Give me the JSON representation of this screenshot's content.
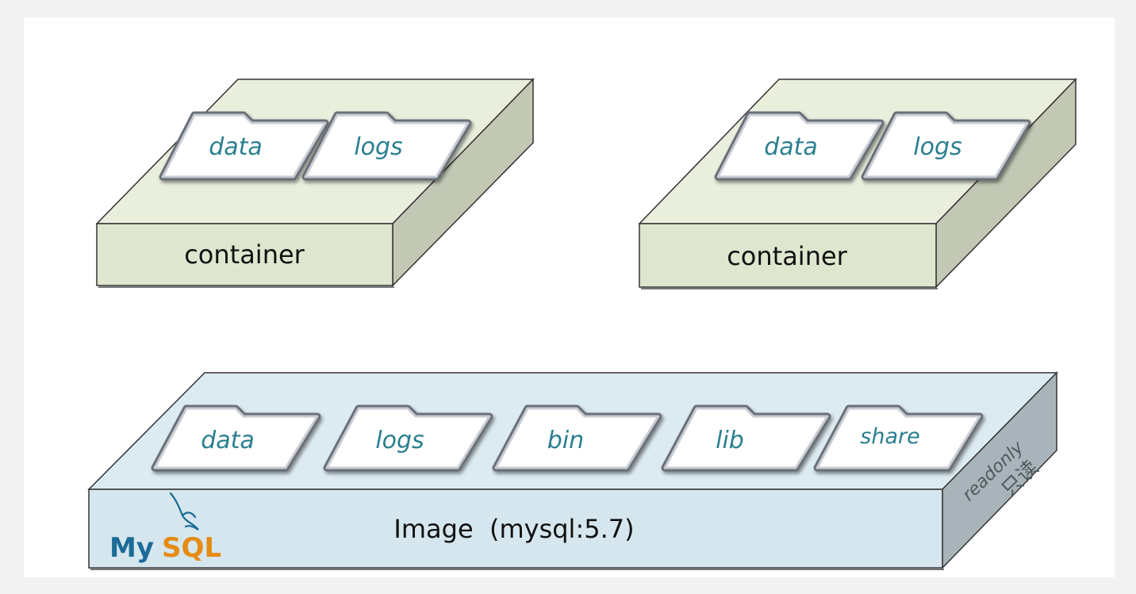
{
  "containers": [
    {
      "label": "container",
      "folders": [
        "data",
        "logs"
      ]
    },
    {
      "label": "container",
      "folders": [
        "data",
        "logs"
      ]
    }
  ],
  "image": {
    "label": "Image  (mysql:5.7)",
    "folders": [
      "data",
      "logs",
      "bin",
      "lib",
      "share"
    ],
    "readonly_en": "readonly",
    "readonly_zh": "只读",
    "logo_my": "My",
    "logo_sql": "SQL"
  },
  "colors": {
    "container_top": "#e9eedd",
    "container_front": "#dfe6cf",
    "container_side": "#c2c8b4",
    "image_top": "#dcebf1",
    "image_front": "#d5e6ee",
    "image_side": "#a9b4ba",
    "folder_text": "#2a7f8f",
    "mysql_blue": "#1c6b96",
    "mysql_orange": "#e58b12"
  }
}
